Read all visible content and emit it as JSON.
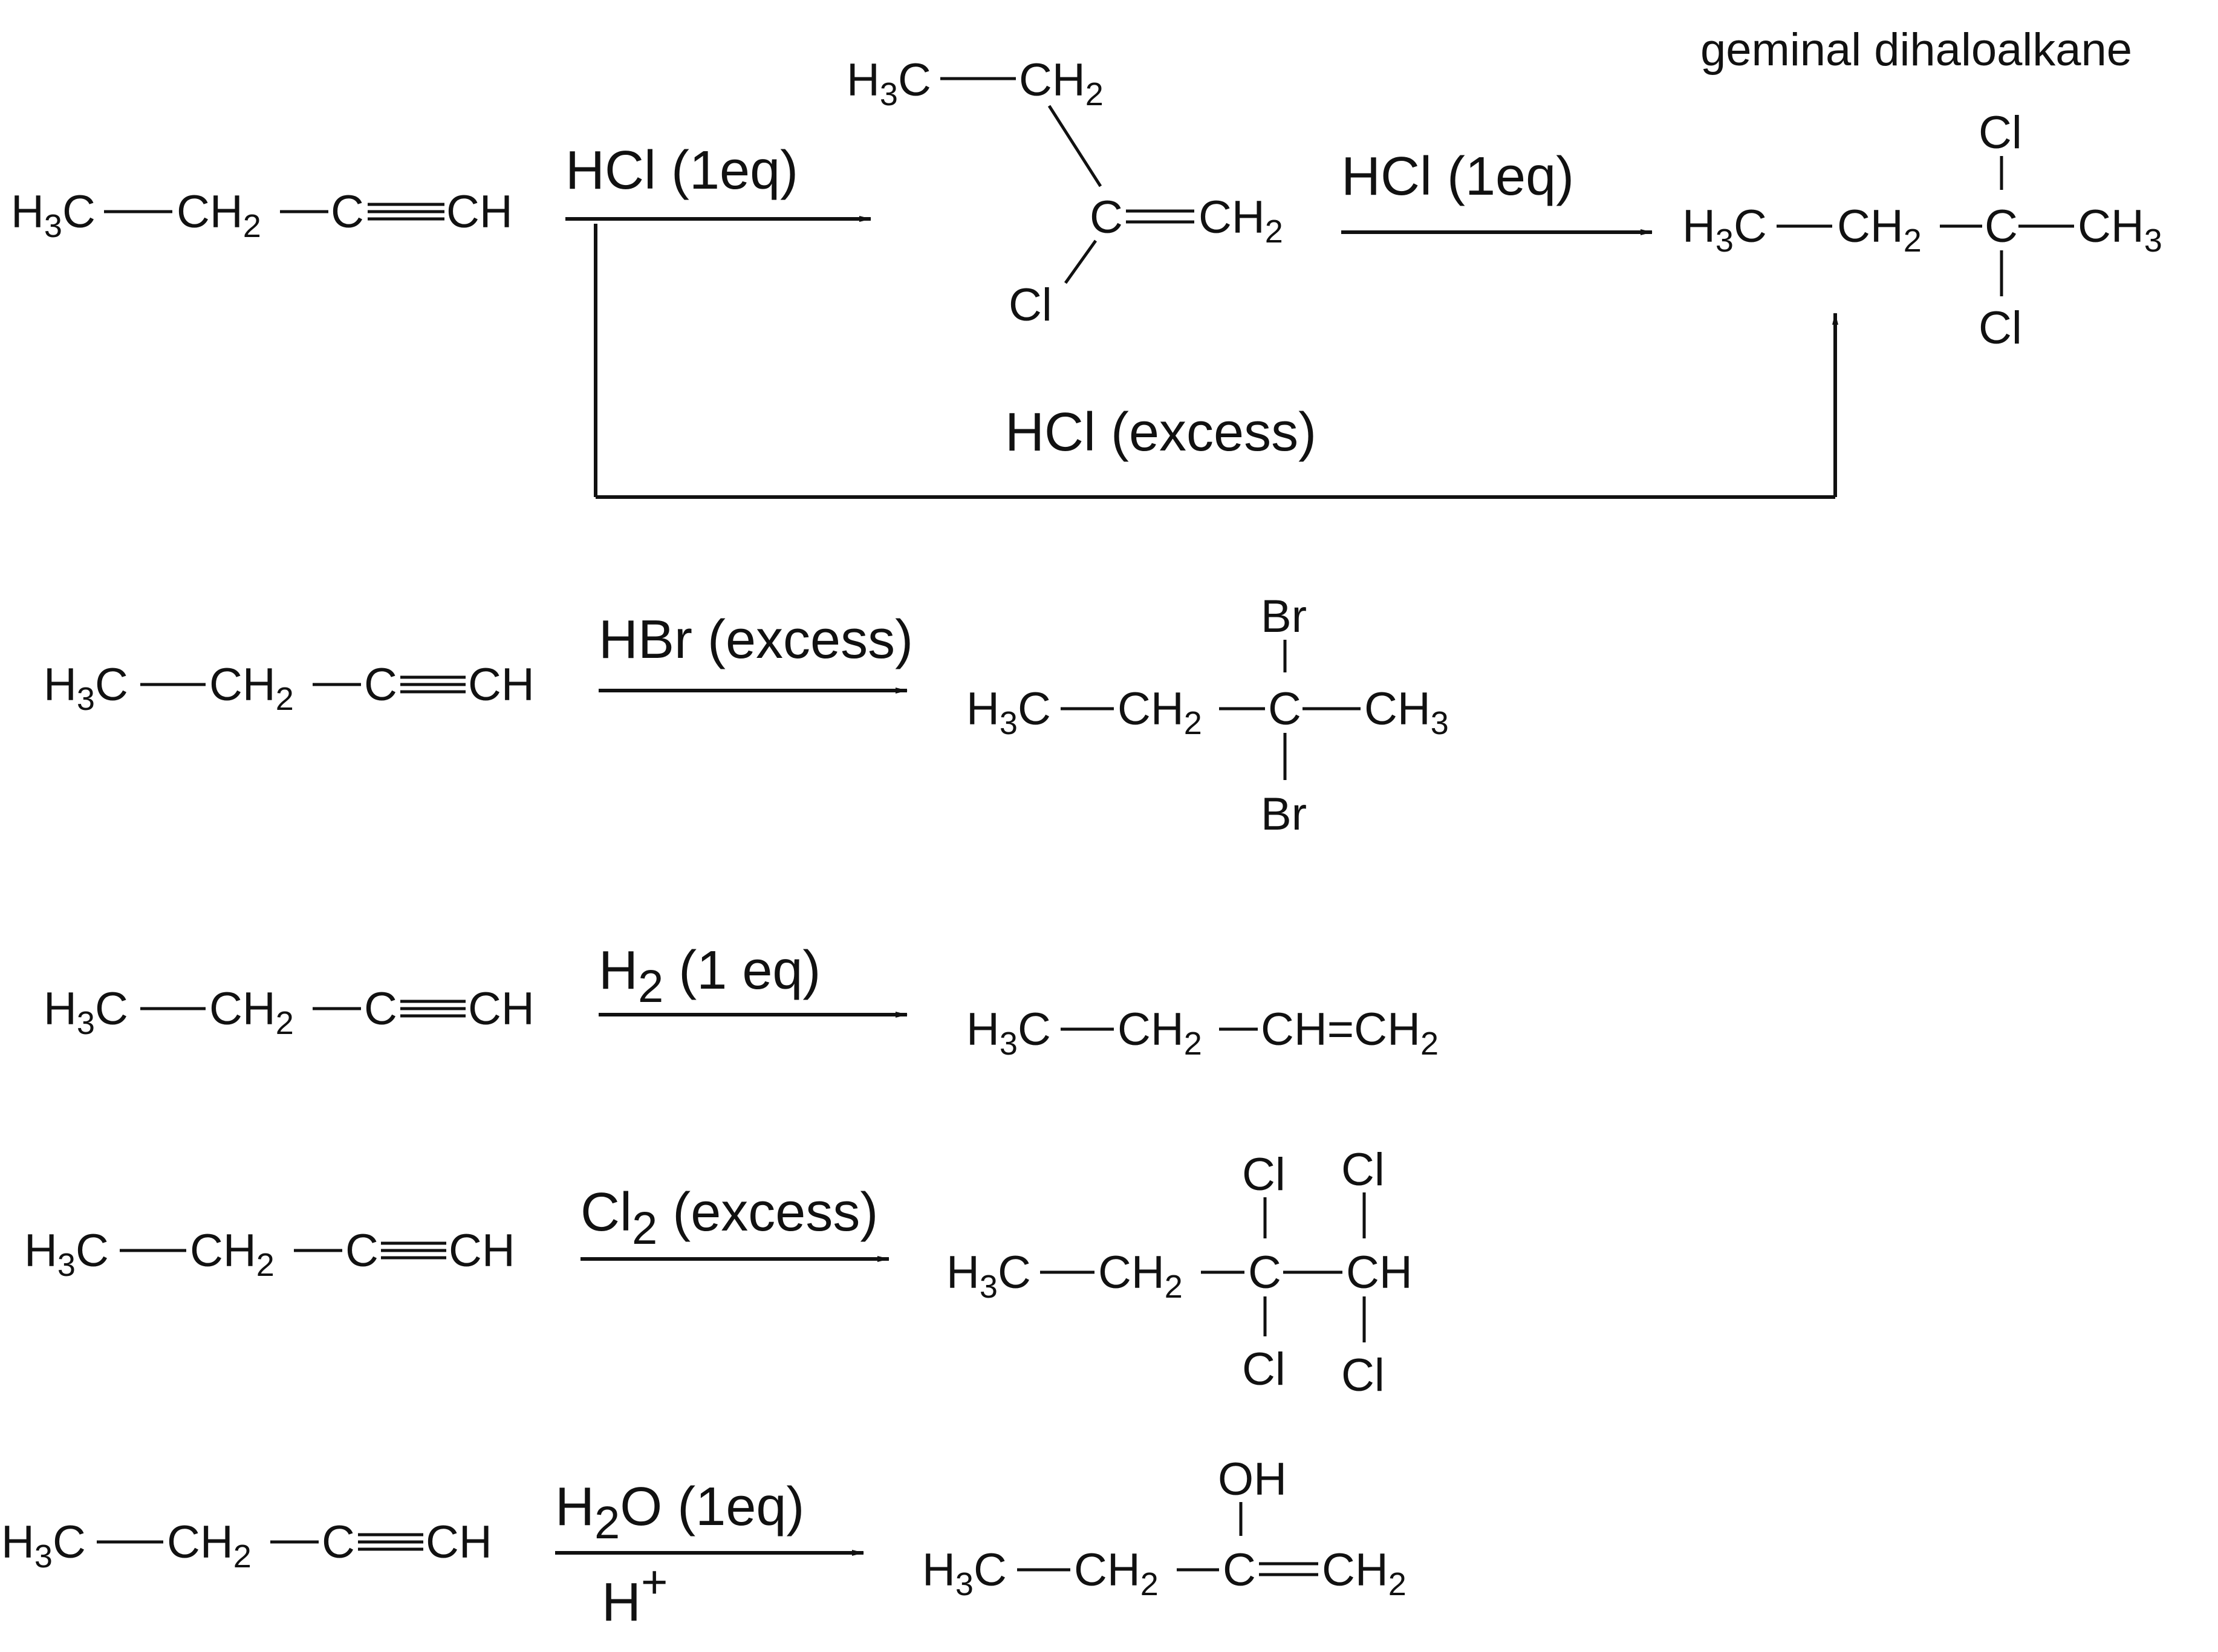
{
  "title": "geminal dihaloalkane",
  "reagents": {
    "hcl_1eq_a": "HCl (1eq)",
    "hcl_1eq_b": "HCl (1eq)",
    "hcl_excess": "HCl (excess)",
    "hbr_excess": "HBr (excess)",
    "h2_main": "H",
    "h2_sub": "2",
    "h2_rest": " (1 eq)",
    "cl2_main": "Cl",
    "cl2_sub": "2",
    "cl2_rest": " (excess)",
    "h2o_main": "H",
    "h2o_sub": "2",
    "h2o_rest": "O (1eq)",
    "hplus_main": "H",
    "hplus_sup": "+"
  },
  "atoms": {
    "H": "H",
    "C": "C",
    "CH": "CH",
    "Cl": "Cl",
    "Br": "Br",
    "OH": "OH",
    "sub2": "2",
    "sub3": "3",
    "dbl_eq": "="
  }
}
